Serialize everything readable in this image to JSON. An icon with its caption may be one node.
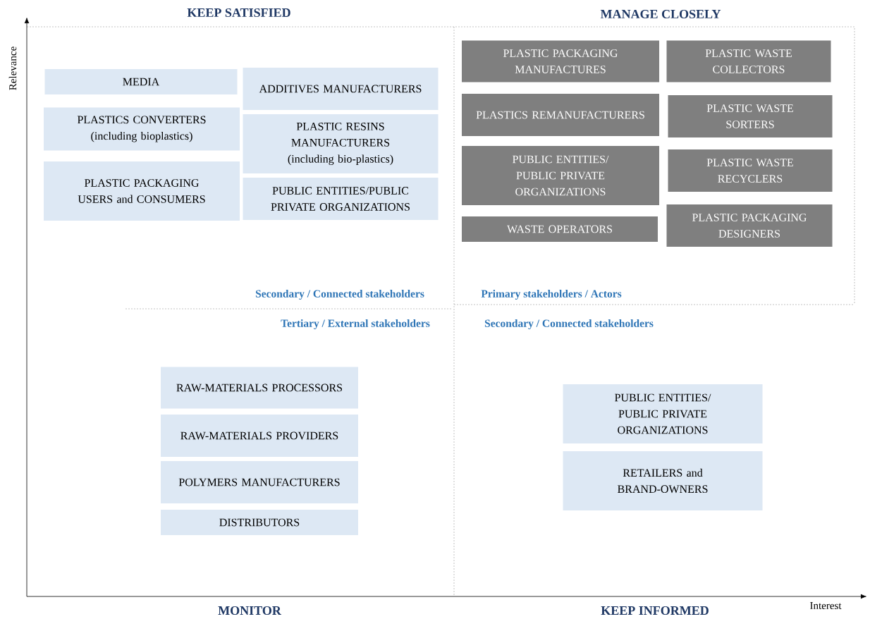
{
  "diagram": {
    "nodes": [
      {
        "text": [
          "MEDIA"
        ]
      },
      {
        "text": [
          "PLASTICS CONVERTERS (including bioplastics)"
        ]
      },
      {
        "text": [
          "PLASTIC PACKAGING USERS and CONSUMERS"
        ]
      },
      {
        "text": [
          "ADDITIVES MANUFACTURERS"
        ]
      },
      {
        "text": [
          "PLASTIC RESINS MANUFACTURERS (including bio-plastics)"
        ]
      },
      {
        "text": [
          "PUBLIC ENTITIES/PUBLIC PRIVATE ORGANIZATIONS"
        ]
      },
      {
        "text": [
          "PLASTIC PACKAGING MANUFACTURES"
        ]
      },
      {
        "text": [
          "PLASTIC WASTE COLLECTORS"
        ]
      },
      {
        "text": [
          "PLASTICS REMANUFACTURERS"
        ]
      },
      {
        "text": [
          "PLASTIC WASTE SORTERS"
        ]
      },
      {
        "text": [
          "PUBLIC ENTITIES/ PUBLIC PRIVATE ORGANIZATIONS"
        ]
      },
      {
        "text": [
          "PLASTIC WASTE RECYCLERS"
        ]
      },
      {
        "text": [
          "WASTE OPERATORS"
        ]
      },
      {
        "text": [
          "PLASTIC PACKAGING DESIGNERS"
        ]
      },
      {
        "text": [
          "RAW-MATERIALS PROCESSORS"
        ]
      },
      {
        "text": [
          "RAW-MATERIALS PROVIDERS"
        ]
      },
      {
        "text": [
          "POLYMERS MANUFACTURERS"
        ]
      },
      {
        "text": [
          "DISTRIBUTORS"
        ]
      },
      {
        "text": [
          "PUBLIC ENTITIES/ PUBLIC PRIVATE ORGANIZATIONS"
        ]
      },
      {
        "text": [
          "RETAILERS and BRAND-OWNERS"
        ]
      }
    ],
    "labels": [
      "KEEP SATISFIED",
      "MANAGE CLOSELY",
      "Relevance",
      "Secondary / Connected stakeholders",
      "Primary stakeholders / Actors",
      "Tertiary / External stakeholders",
      "Secondary / Connected stakeholders",
      "MONITOR",
      "Interest",
      "KEEP INFORMED"
    ]
  }
}
